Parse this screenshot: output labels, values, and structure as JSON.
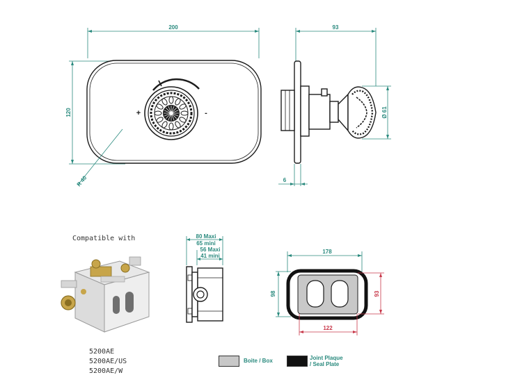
{
  "dimensions": {
    "front_width": "200",
    "front_height": "120",
    "front_radius": "R 40",
    "side_depth": "93",
    "side_diameter": "Ø 61",
    "side_plate": "6",
    "box_max": "80 Maxi",
    "box_min": "65 mini",
    "box_inner_max": "56 Maxi",
    "box_inner_min": "41 mini",
    "plate_width": "178",
    "plate_height": "98",
    "seal_height": "93",
    "seal_width": "122"
  },
  "compatible": {
    "title": "Compatible with",
    "models": [
      "5200AE",
      "5200AE/US",
      "5200AE/W"
    ]
  },
  "legend": {
    "box_label_1": "Boite / Box",
    "seal_label_1": "Joint Plaque",
    "seal_label_2": "/ Seal Plate",
    "box_color": "#c8c8c8",
    "seal_color": "#111111"
  },
  "symbols": {
    "plus": "+",
    "minus": "-"
  }
}
